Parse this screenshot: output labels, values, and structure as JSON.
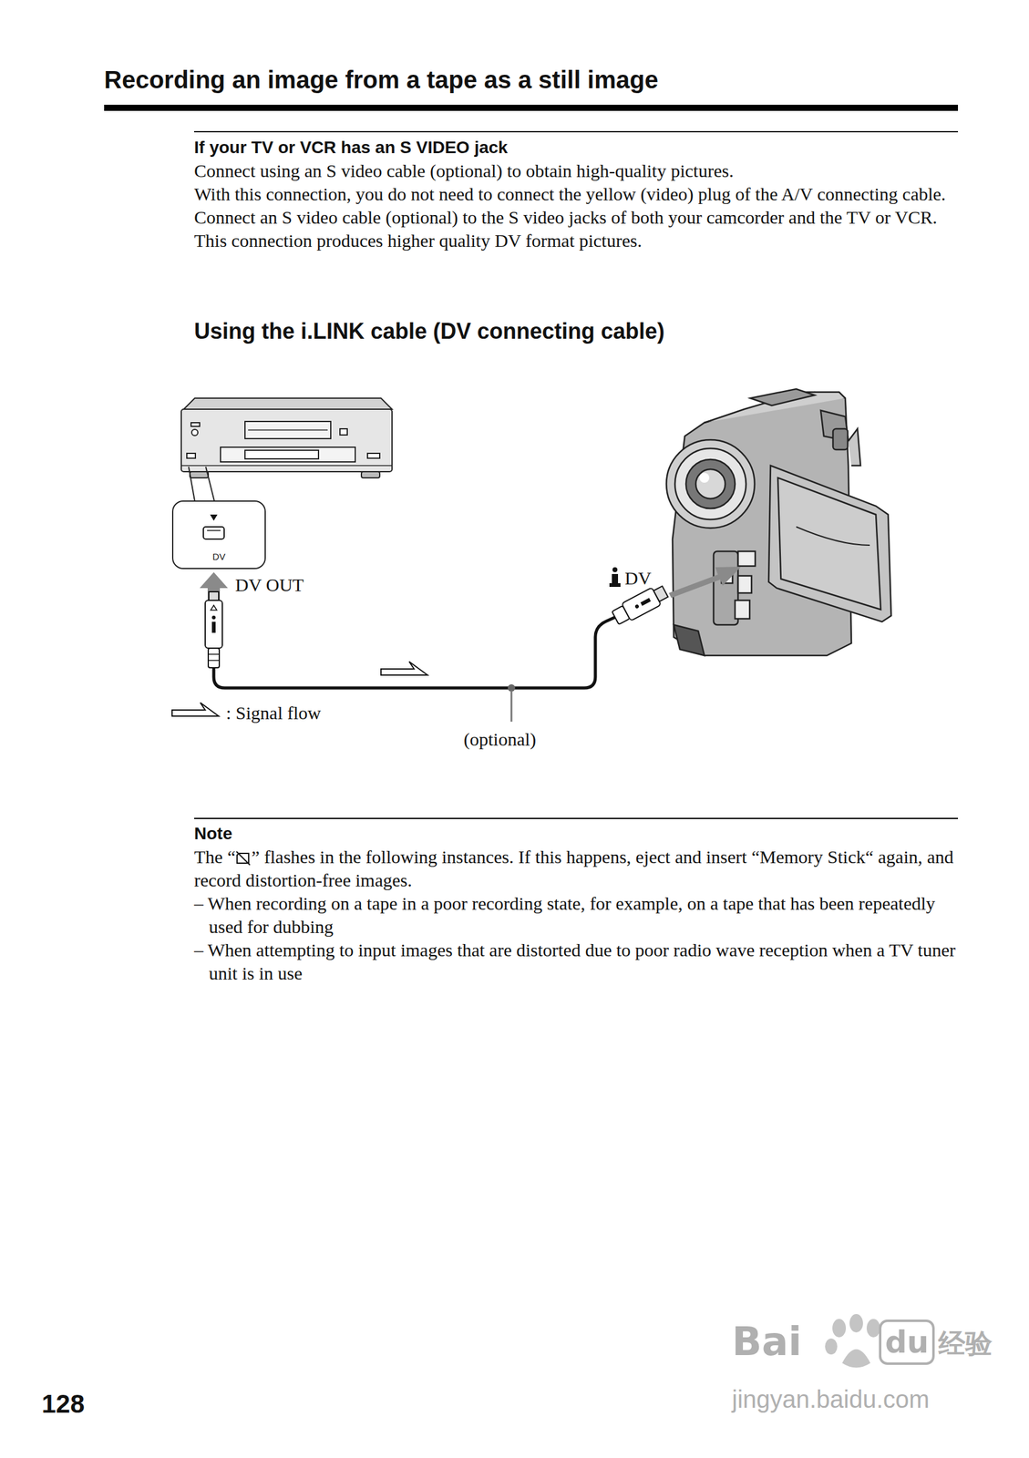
{
  "diagram": {
    "title": "Recording an image from a tape as a still image",
    "nodes": [
      {
        "text": [
          "DV"
        ]
      }
    ],
    "edges": [],
    "labels": [
      "If your TV or VCR has an S VIDEO jack",
      "Connect using an S video cable (optional) to obtain high-quality pictures.",
      "With this connection, you do not need to connect the yellow (video) plug of the A/V connecting cable.",
      "Connect an S video cable (optional) to the S video jacks of both your camcorder and the TV or VCR.",
      "This connection produces higher quality DV format pictures.",
      "Using the i.LINK cable (DV connecting cable)",
      "DV OUT",
      "DV",
      "(optional)",
      "Note",
      "The “",
      "” flashes in the following instances. If this happens, eject and insert “Memory Stick“ again, and record distortion-free images.",
      "– When recording on a tape in a poor recording state, for example, on a tape that has been repeatedly used for dubbing",
      "– When attempting to input images that are distorted due to poor radio wave reception when a TV tuner unit is in use",
      "128",
      "Bai",
      "du",
      "经验",
      "jingyan.baidu.com"
    ],
    "legend": [
      {
        "text": ": Signal flow"
      }
    ]
  }
}
